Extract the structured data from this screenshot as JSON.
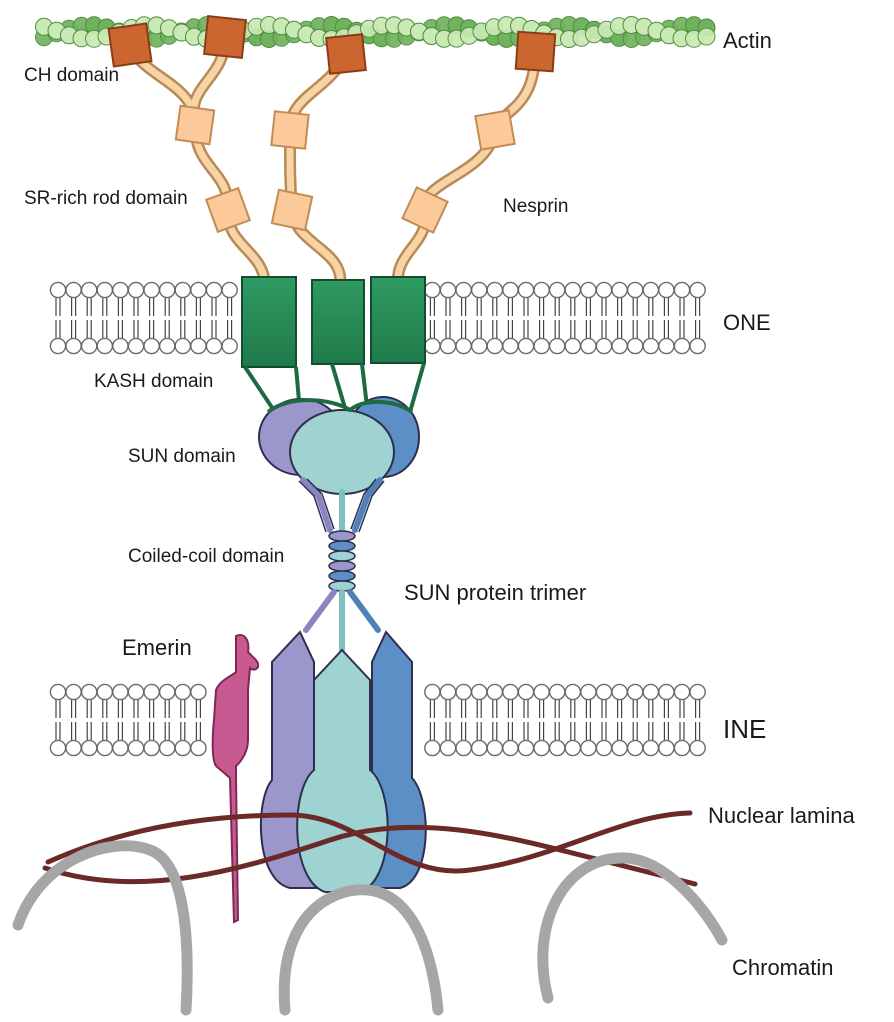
{
  "labels": {
    "actin": "Actin",
    "ch_domain": "CH domain",
    "sr_rich_rod_domain": "SR-rich rod domain",
    "nesprin": "Nesprin",
    "one": "ONE",
    "kash_domain": "KASH domain",
    "sun_domain": "SUN domain",
    "coiled_coil_domain": "Coiled-coil domain",
    "sun_protein_trimer": "SUN protein trimer",
    "emerin": "Emerin",
    "ine": "INE",
    "nuclear_lamina": "Nuclear lamina",
    "chromatin": "Chromatin"
  },
  "colors": {
    "actin_dark": "#6fb35e",
    "actin_light": "#c9eab4",
    "ch_domain": "#cc6630",
    "spectrin_repeat": "#fbc99a",
    "kash": "#2e9660",
    "sun_purple": "#9b96cc",
    "sun_teal": "#9ed3d2",
    "sun_blue": "#5b8fc6",
    "emerin": "#c95a91",
    "lamina": "#6b2a28",
    "chromatin": "#a6a6a6",
    "membrane": "#b9b9b9"
  }
}
